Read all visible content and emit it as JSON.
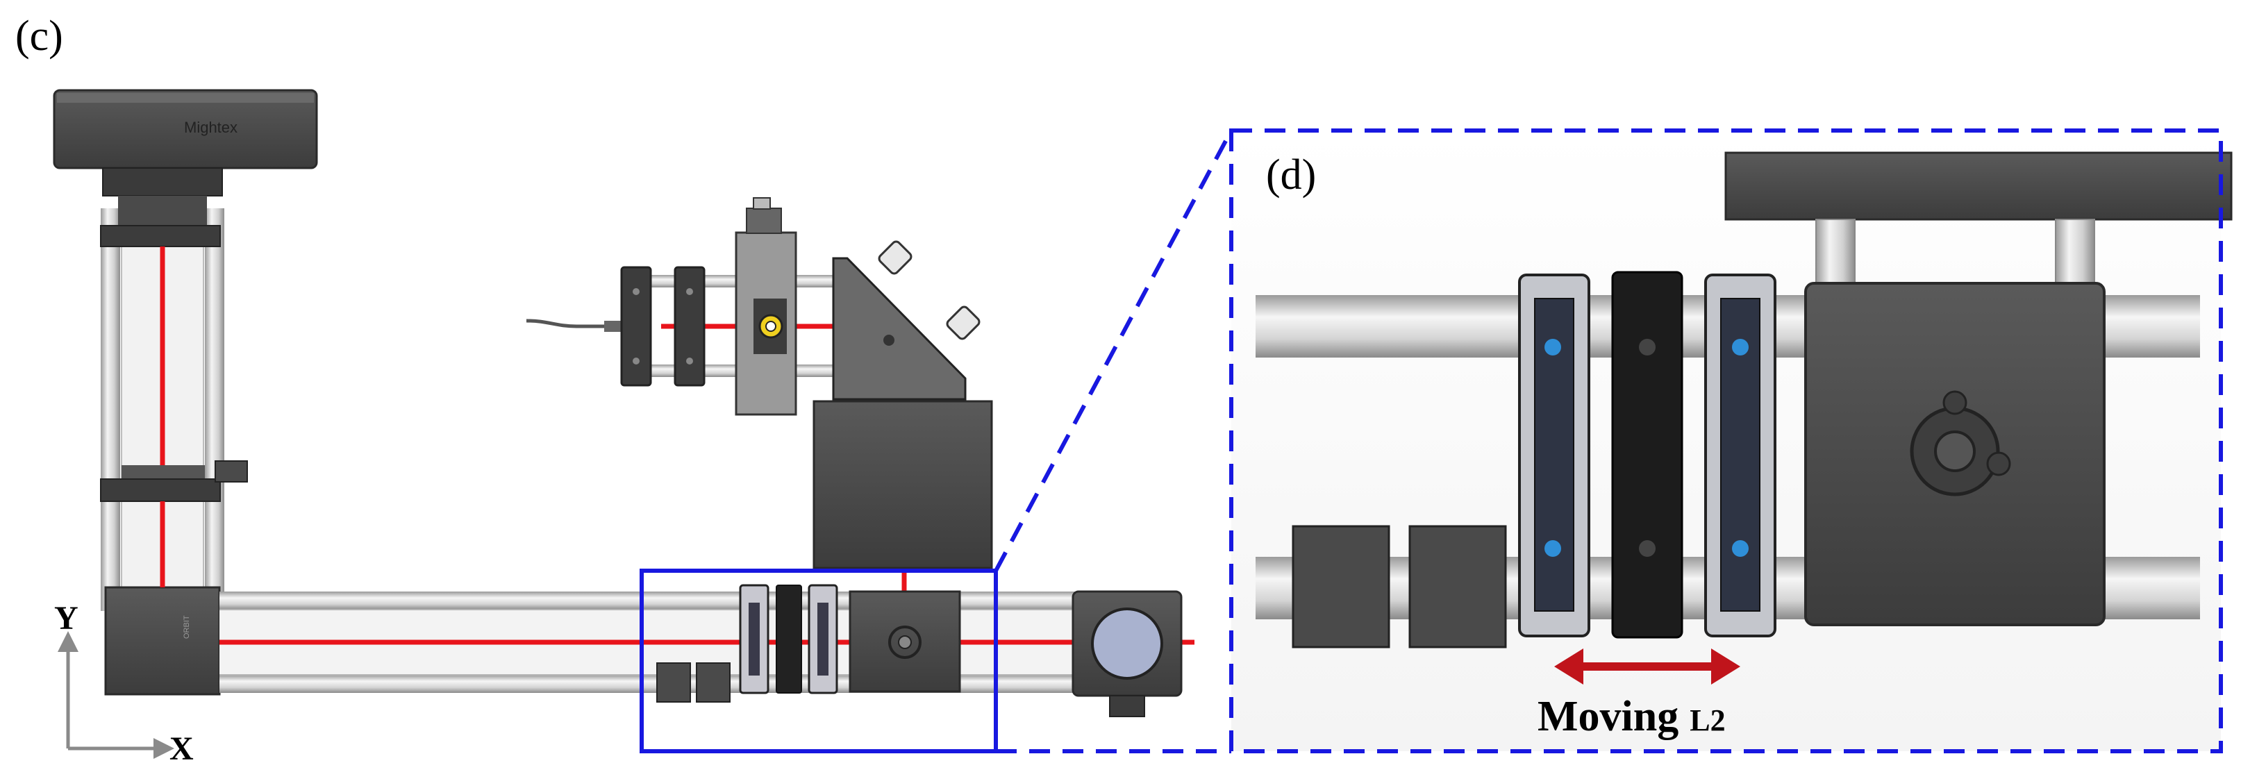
{
  "panels": {
    "c": {
      "label": "(c)"
    },
    "d": {
      "label": "(d)"
    }
  },
  "camera": {
    "brand": "Mightex"
  },
  "axes": {
    "y_label": "Y",
    "x_label": "X"
  },
  "annotation": {
    "moving": "Moving",
    "lens": "L2"
  },
  "colors": {
    "beam": "#e8141b",
    "zoom_box": "#1818e0",
    "arrow": "#c0141b",
    "dark_part": "#4a4a4a",
    "rail": "#d8d8d8",
    "axis_arrow": "#8a8a8a"
  }
}
